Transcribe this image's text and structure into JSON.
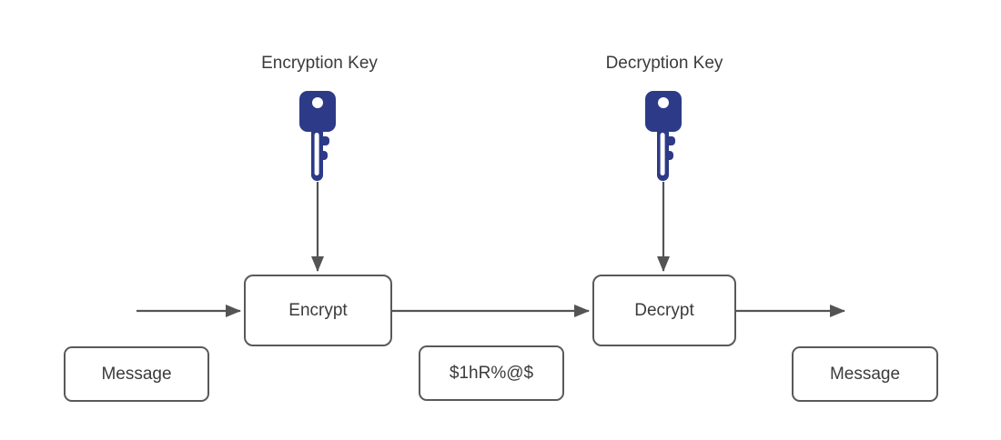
{
  "colors": {
    "line": "#545454",
    "border": "#595959",
    "text": "#3b3b3b",
    "key": "#2d3a87",
    "background": "#ffffff"
  },
  "labels": {
    "encryption_key": "Encryption Key",
    "decryption_key": "Decryption Key"
  },
  "nodes": {
    "encrypt": "Encrypt",
    "decrypt": "Decrypt",
    "message_left": "Message",
    "ciphertext": "$1hR%@$",
    "message_right": "Message"
  },
  "icons": {
    "encryption_key": "key-icon",
    "decryption_key": "key-icon"
  }
}
